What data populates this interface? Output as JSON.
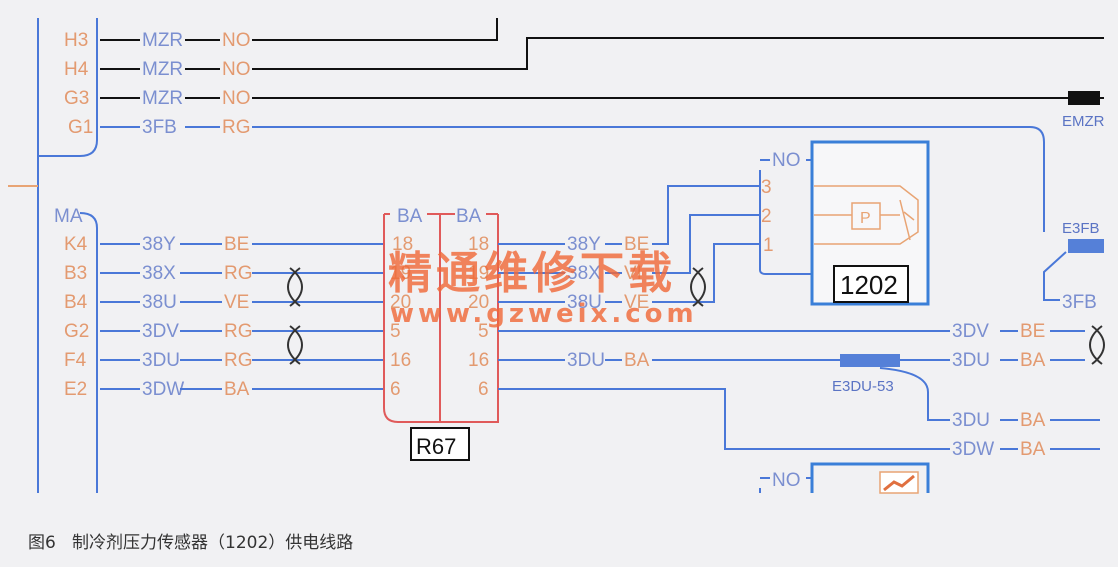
{
  "caption": "图6   制冷剂压力传感器（1202）供电线路",
  "watermark": {
    "line1": "精通维修下载",
    "line2": "www.gzweix.com"
  },
  "colors": {
    "wire": "#4a78d8",
    "wire_dark": "#111111",
    "connector": "#e05a5a",
    "label_blue": "#7b8fd0",
    "label_orange": "#e8a474",
    "component": "#3a7fd8"
  },
  "top_bus": {
    "rows": [
      {
        "pin": "H3",
        "wire": "MZR",
        "color": "NO"
      },
      {
        "pin": "H4",
        "wire": "MZR",
        "color": "NO"
      },
      {
        "pin": "G3",
        "wire": "MZR",
        "color": "NO"
      },
      {
        "pin": "G1",
        "wire": "3FB",
        "color": "RG"
      }
    ],
    "emzr_label": "EMZR"
  },
  "left_connector": {
    "name": "MA",
    "rows": [
      {
        "pin": "K4",
        "wire": "38Y",
        "color": "BE",
        "r67_pin": "18"
      },
      {
        "pin": "B3",
        "wire": "38X",
        "color": "RG",
        "r67_pin": "19"
      },
      {
        "pin": "B4",
        "wire": "38U",
        "color": "VE",
        "r67_pin": "20"
      },
      {
        "pin": "G2",
        "wire": "3DV",
        "color": "RG",
        "r67_pin": "5"
      },
      {
        "pin": "F4",
        "wire": "3DU",
        "color": "RG",
        "r67_pin": "16"
      },
      {
        "pin": "E2",
        "wire": "3DW",
        "color": "BA",
        "r67_pin": "6"
      }
    ]
  },
  "r67": {
    "label": "R67",
    "left_header": "BA",
    "right_header": "BA",
    "right_pins": [
      "18",
      "19",
      "20",
      "5",
      "16",
      "6"
    ]
  },
  "right_wires": [
    {
      "wire": "38Y",
      "color": "BE"
    },
    {
      "wire": "38X",
      "color": "VI"
    },
    {
      "wire": "38U",
      "color": "VE"
    }
  ],
  "sensor": {
    "label": "1202",
    "connector_color": "NO",
    "pins": [
      "3",
      "2",
      "1"
    ],
    "inner_symbol": "P"
  },
  "e3fb": {
    "label": "E3FB",
    "wire": "3FB"
  },
  "splice": {
    "label": "E3DU-53"
  },
  "right_rows": [
    {
      "wire": "3DV",
      "color": "BE"
    },
    {
      "wire": "3DU",
      "color": "BA"
    },
    {
      "wire": "3DU",
      "color": "BA"
    },
    {
      "wire": "3DW",
      "color": "BA"
    }
  ],
  "mid_wire": {
    "wire": "3DU",
    "color": "BA"
  },
  "bottom_component": {
    "connector_color": "NO"
  }
}
